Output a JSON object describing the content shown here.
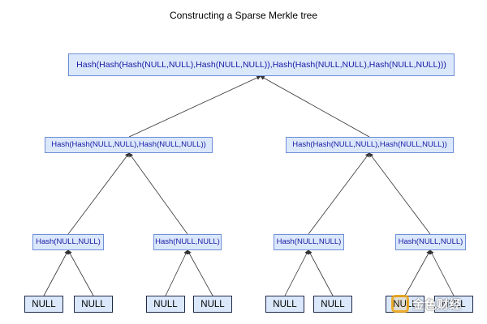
{
  "title": "Constructing a Sparse Merkle tree",
  "root": {
    "label": "Hash(Hash(Hash(NULL,NULL),Hash(NULL,NULL)),Hash(Hash(NULL,NULL),Hash(NULL,NULL)))"
  },
  "level1": [
    {
      "label": "Hash(Hash(NULL,NULL),Hash(NULL,NULL))"
    },
    {
      "label": "Hash(Hash(NULL,NULL),Hash(NULL,NULL))"
    }
  ],
  "level2": [
    {
      "label": "Hash(NULL,NULL)"
    },
    {
      "label": "Hash(NULL,NULL)"
    },
    {
      "label": "Hash(NULL,NULL)"
    },
    {
      "label": "Hash(NULL,NULL)"
    }
  ],
  "leaves": [
    {
      "label": "NULL"
    },
    {
      "label": "NULL"
    },
    {
      "label": "NULL"
    },
    {
      "label": "NULL"
    },
    {
      "label": "NULL"
    },
    {
      "label": "NULL"
    },
    {
      "label": "NULL"
    },
    {
      "label": "NULL"
    }
  ],
  "watermark": {
    "text": "金色财经"
  },
  "colors": {
    "node_fill": "#dbe8fb",
    "node_border": "#6d8ed9",
    "hash_text": "#1a1aa6",
    "edge": "#333333"
  }
}
